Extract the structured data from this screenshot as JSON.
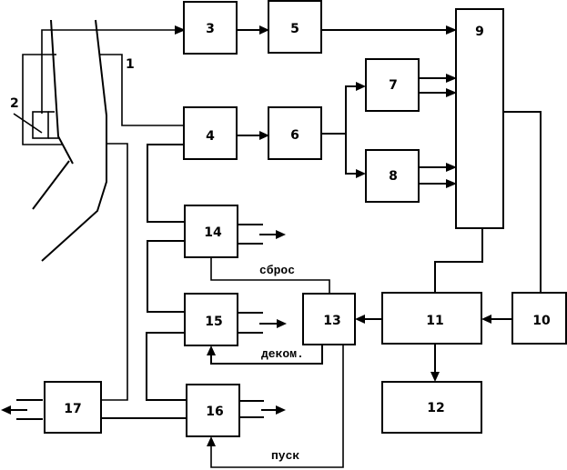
{
  "diagram": {
    "type": "block-diagram",
    "callouts": {
      "sensor_housing": "1",
      "sensor": "2"
    },
    "blocks": {
      "b3": "3",
      "b4": "4",
      "b5": "5",
      "b6": "6",
      "b7": "7",
      "b8": "8",
      "b9": "9",
      "b10": "10",
      "b11": "11",
      "b12": "12",
      "b13": "13",
      "b14": "14",
      "b15": "15",
      "b16": "16",
      "b17": "17"
    },
    "signals": {
      "reset": "сброс",
      "decom": "деком.",
      "start": "пуск"
    },
    "colors": {
      "line": "#000000",
      "background": "#ffffff"
    }
  }
}
